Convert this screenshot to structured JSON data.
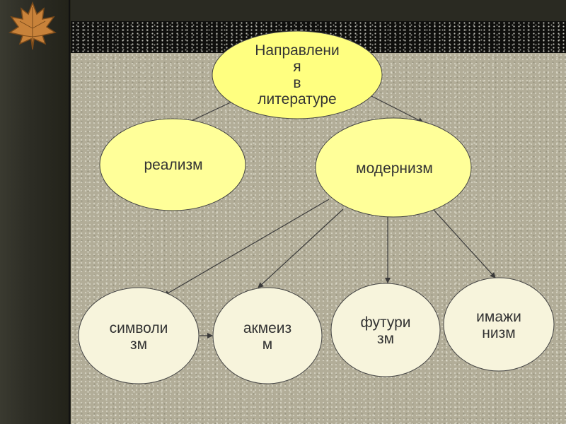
{
  "colors": {
    "root_fill": "#ffff80",
    "level1_fill": "#ffff99",
    "leaf_fill": "#f7f4dc",
    "edge": "#3a3a3a",
    "text": "#333333",
    "panel": "#b2ad98"
  },
  "icons": {
    "corner": "maple-leaf-icon"
  },
  "diagram": {
    "root": {
      "label": "Направлени\nя\nв\nлитературе"
    },
    "level1": [
      {
        "label": "реализм"
      },
      {
        "label": "модернизм"
      }
    ],
    "level2": [
      {
        "label": "символи\nзм"
      },
      {
        "label": "акмеиз\nм"
      },
      {
        "label": "футури\nзм"
      },
      {
        "label": "имажи\nнизм"
      }
    ]
  }
}
